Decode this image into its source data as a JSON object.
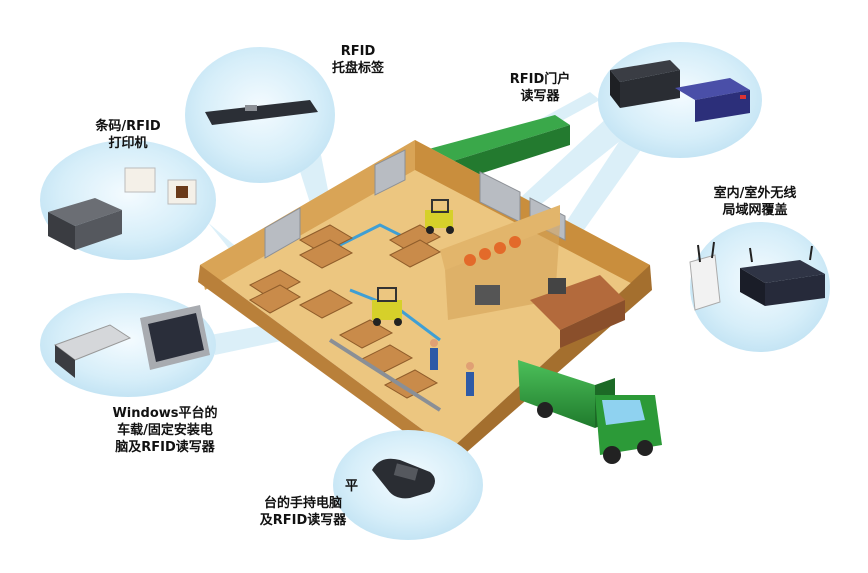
{
  "labels": {
    "pallet_tag": [
      "RFID",
      "托盘标签"
    ],
    "portal_reader": [
      "RFID门户",
      "读写器"
    ],
    "printer": [
      "条码/RFID",
      "打印机"
    ],
    "wireless": [
      "室内/室外无线",
      "局域网覆盖"
    ],
    "vehicle_pc": [
      "Windows平台的",
      "车载/固定安装电",
      "脑及RFID读写器"
    ],
    "handheld": [
      "平",
      "台的手持电脑",
      "及RFID读写器"
    ]
  },
  "colors": {
    "bubble": "#cfe9f6",
    "beam": "#d8eef8",
    "floor": "#e8c27a",
    "wall": "#d9a456",
    "truck_green": "#2f9a3c"
  },
  "icons": [
    "rfid-pallet-tag-icon",
    "portal-reader-icon",
    "barcode-printer-icon",
    "wireless-access-point-icon",
    "vehicle-mount-computer-icon",
    "handheld-reader-icon",
    "forklift-icon",
    "truck-icon"
  ]
}
